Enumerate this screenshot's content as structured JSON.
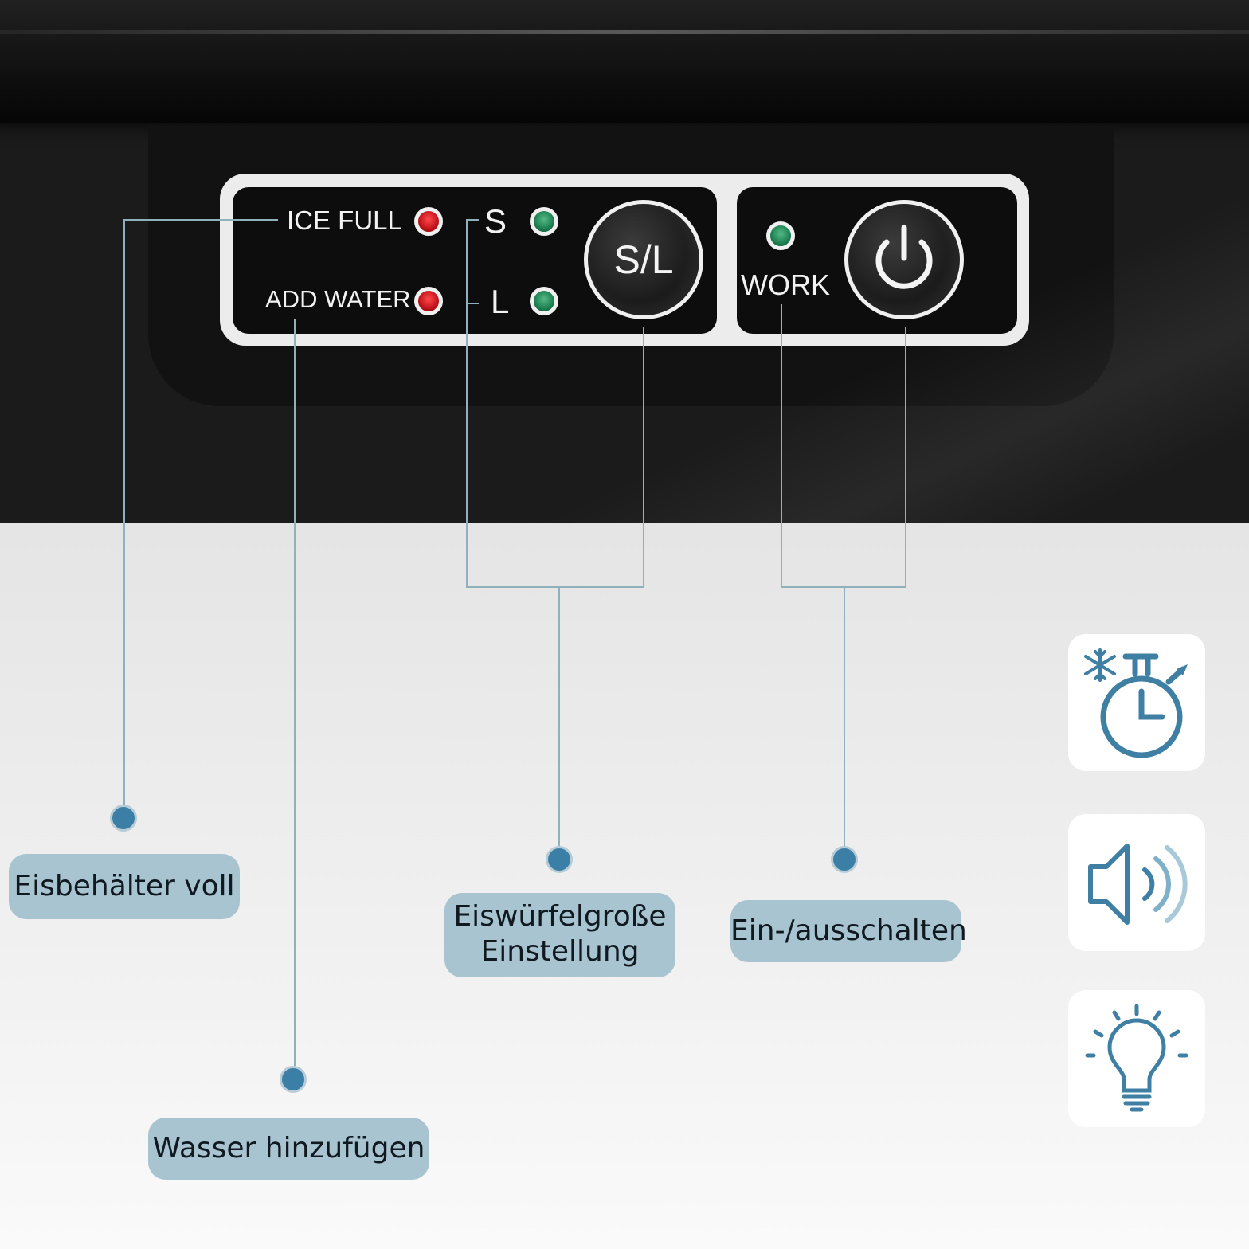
{
  "panel": {
    "ice_full": "ICE FULL",
    "add_water": "ADD WATER",
    "size_s": "S",
    "size_l": "L",
    "sl_button": "S/L",
    "work": "WORK"
  },
  "callouts": {
    "ice_full": "Eisbehälter voll",
    "add_water": "Wasser hinzufügen",
    "size_line1": "Eiswürfelgroße",
    "size_line2": "Einstellung",
    "power": "Ein-/ausschalten"
  },
  "icons": [
    "snowflake-timer-icon",
    "speaker-icon",
    "light-bulb-icon"
  ],
  "colors": {
    "indicator_red": "#c0121a",
    "indicator_green": "#1d7f50",
    "callout_pill": "#a8c4d1",
    "callout_dot": "#3b7fa6",
    "icon_blue": "#3f7fa3"
  }
}
